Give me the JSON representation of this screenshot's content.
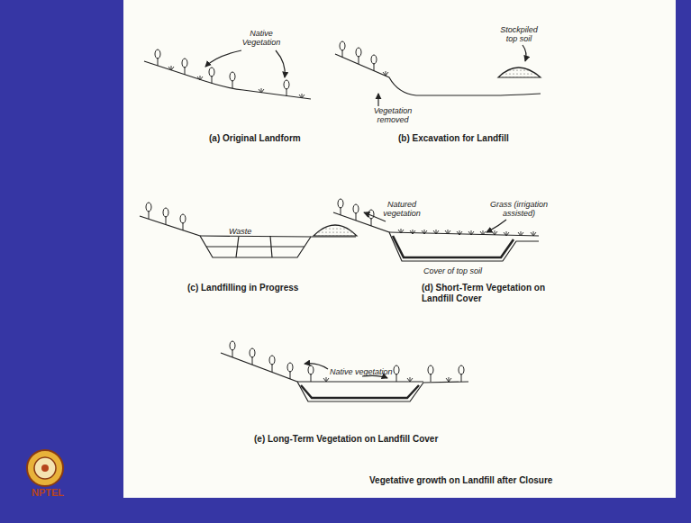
{
  "diagram": {
    "caption": "Vegetative growth on Landfill after Closure",
    "labels": [
      "Native Vegetation",
      "(a) Original Landform",
      "Vegetation removed",
      "Stockpiled top soil",
      "(b) Excavation for Landfill",
      "Waste",
      "(c) Landfilling in Progress",
      "Natured vegetation",
      "Grass (irrigation assisted)",
      "Cover of top soil",
      "(d) Short-Term Vegetation on Landfill Cover",
      "Native vegetation",
      "(e) Long-Term Vegetation on Landfill Cover",
      "NPTEL"
    ]
  }
}
